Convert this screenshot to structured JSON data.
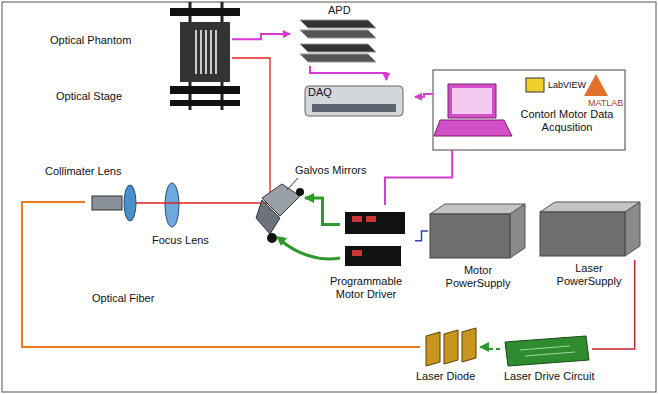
{
  "diagram": {
    "nodes": [
      {
        "text": [
          "APD"
        ]
      },
      {
        "text": [
          "Optical Phantom"
        ]
      },
      {
        "text": [
          "DAQ"
        ]
      },
      {
        "text": [
          "Contorl Motor Data Acqusition"
        ]
      },
      {
        "text": [
          "Collimater Lens"
        ]
      },
      {
        "text": [
          "Focus Lens"
        ]
      },
      {
        "text": [
          "Galvos Mirrors"
        ]
      },
      {
        "text": [
          "Programmable Motor Driver"
        ]
      },
      {
        "text": [
          "Motor PowerSupply"
        ]
      },
      {
        "text": [
          "Laser PowerSupply"
        ]
      },
      {
        "text": [
          "Laser Diode"
        ]
      },
      {
        "text": [
          "Laser Drive Circuit"
        ]
      }
    ],
    "edges": [
      {
        "from": 1,
        "to": 0,
        "arrow": "to"
      },
      {
        "from": 0,
        "to": 2,
        "arrow": "to"
      },
      {
        "from": 3,
        "to": 2,
        "arrow": "to"
      },
      {
        "from": 3,
        "to": 7,
        "arrow": "none"
      },
      {
        "from": 7,
        "to": 6,
        "arrow": "to"
      },
      {
        "from": 8,
        "to": 7,
        "arrow": "none"
      },
      {
        "from": 9,
        "to": 11,
        "arrow": "none"
      },
      {
        "from": 11,
        "to": 10,
        "arrow": "to"
      },
      {
        "from": 10,
        "to": 4,
        "label": "Optical Fiber",
        "arrow": "none"
      }
    ],
    "labels": [
      "Optical Stage",
      "LabVIEW",
      "MATLAB"
    ]
  }
}
